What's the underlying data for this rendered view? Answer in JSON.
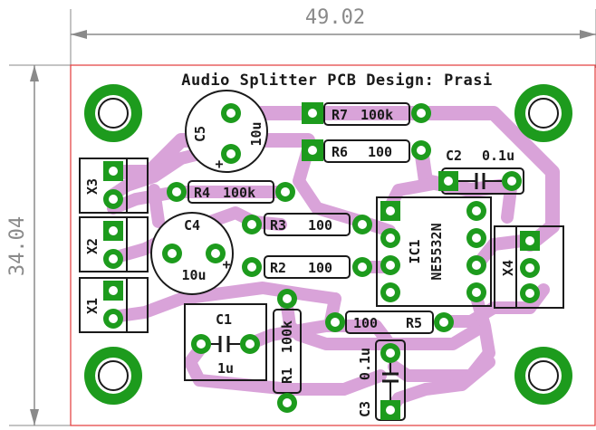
{
  "dimensions": {
    "width": "49.02",
    "height": "34.04"
  },
  "title": "Audio Splitter PCB Design: Prasi",
  "colors": {
    "trace": "#d9a3d9",
    "pad": "#1d9b1d",
    "outline": "#e23a3a",
    "silk": "#1a1a1a",
    "dim": "#8a8a8a"
  },
  "components": {
    "c5_ref": "C5",
    "c5_val": "10u",
    "c5_plus": "+",
    "c4_ref": "C4",
    "c4_val": "10u",
    "c4_plus": "+",
    "r7_ref": "R7",
    "r7_val": "100k",
    "r6_ref": "R6",
    "r6_val": "100",
    "r4_ref": "R4",
    "r4_val": "100k",
    "r3_ref": "R3",
    "r3_val": "100",
    "r2_ref": "R2",
    "r2_val": "100",
    "r1_ref": "R1",
    "r1_val": "100k",
    "r5_ref": "R5",
    "r5_val": "100",
    "c2_ref": "C2",
    "c2_val": "0.1u",
    "c1_ref": "C1",
    "c1_val": "1u",
    "c3_ref": "C3",
    "c3_val": "0.1u",
    "ic1_ref": "IC1",
    "ic1_val": "NE5532N",
    "x1": "X1",
    "x2": "X2",
    "x3": "X3",
    "x4": "X4"
  }
}
